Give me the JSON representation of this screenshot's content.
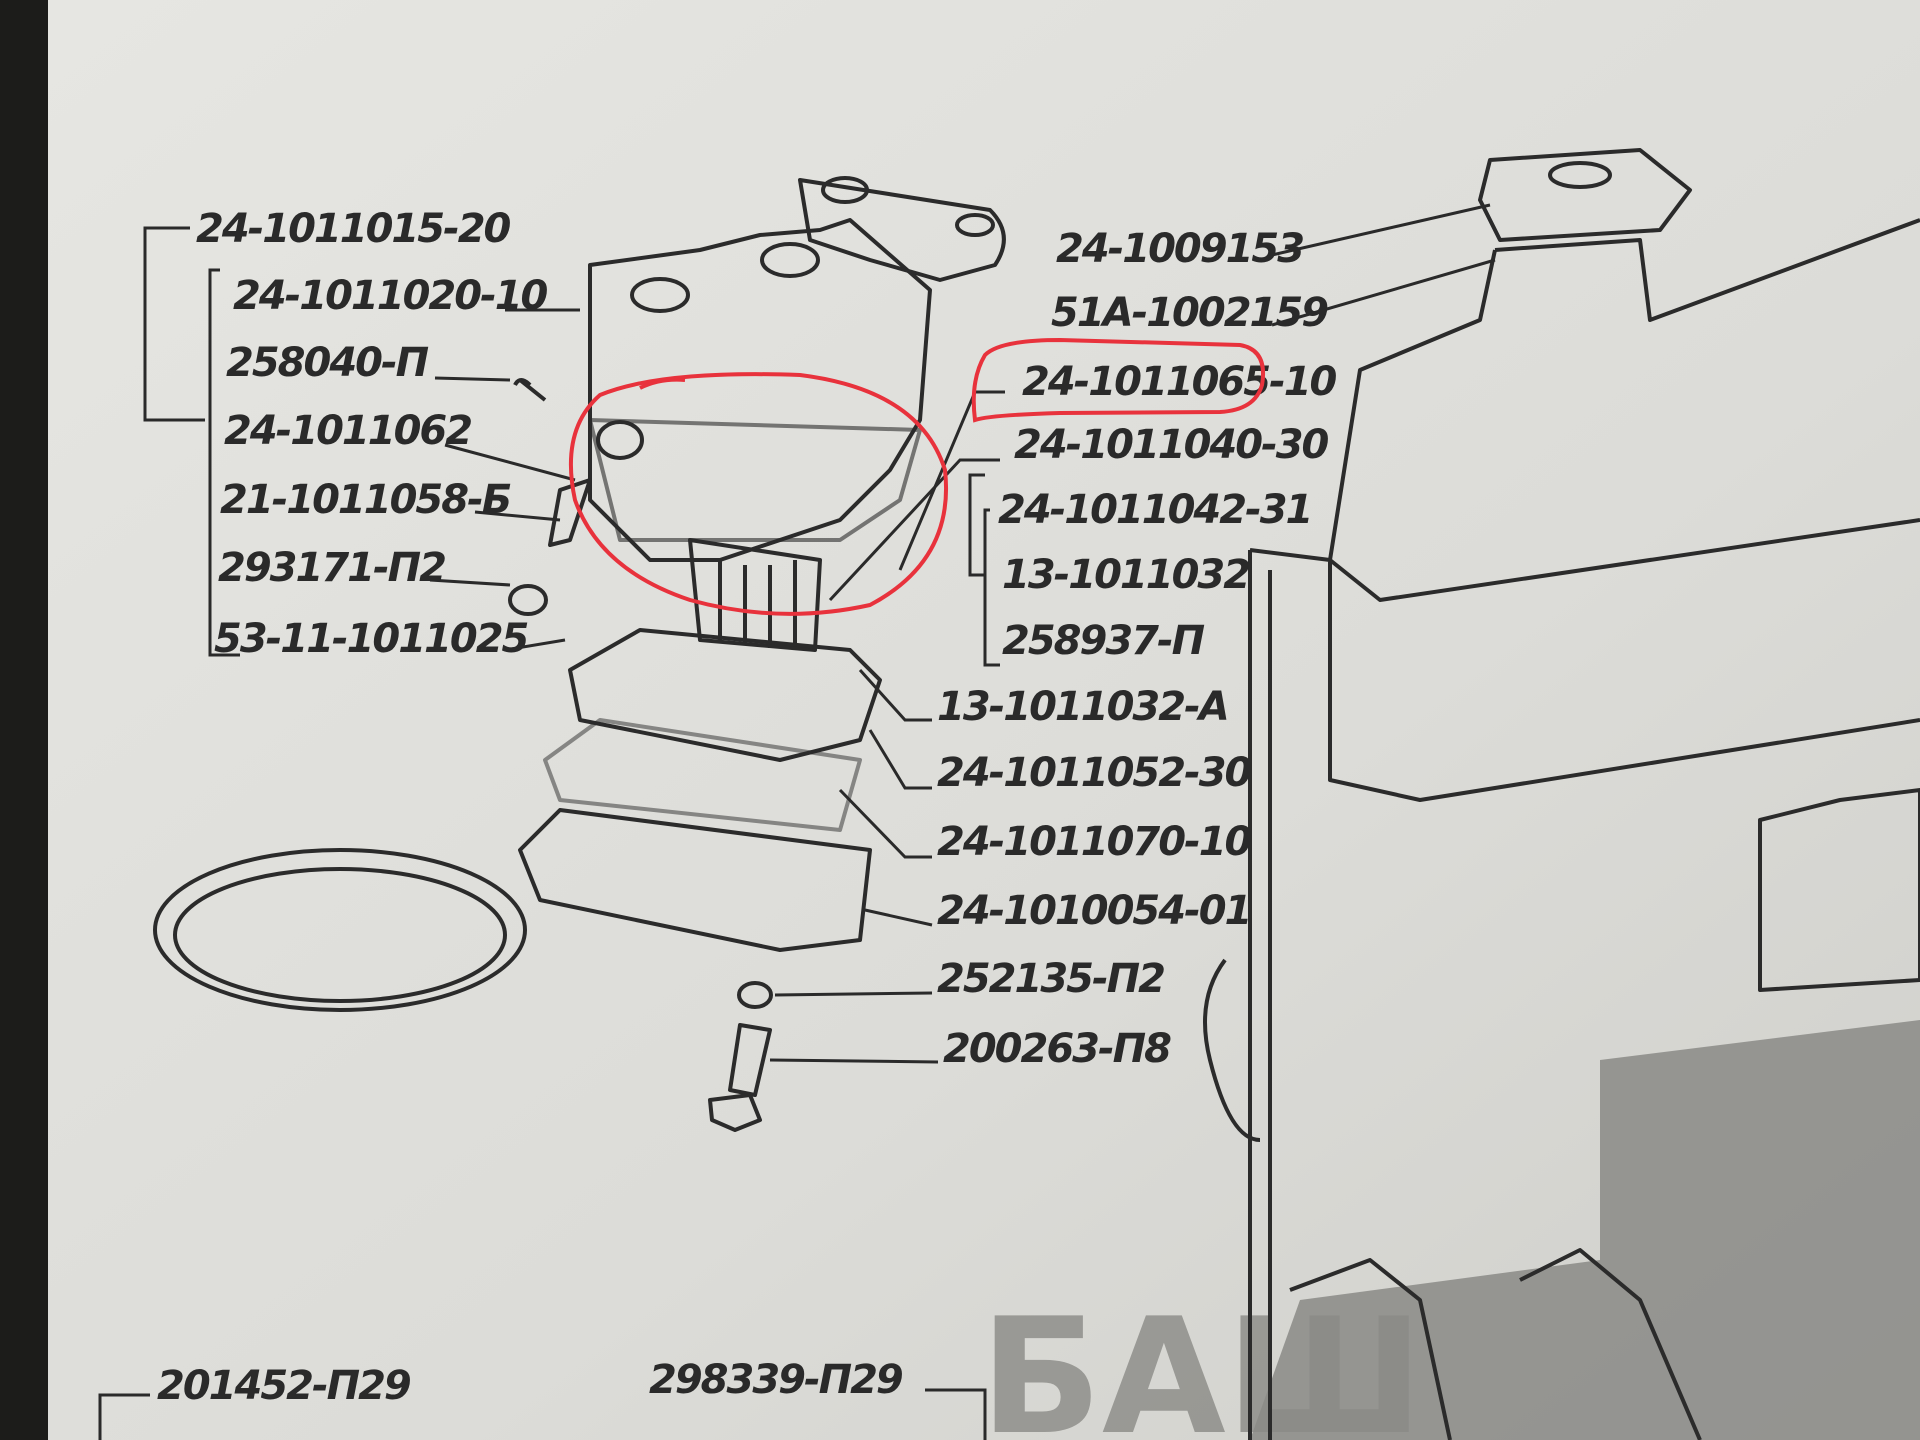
{
  "diagram": {
    "left_labels": [
      "24-1011015-20",
      "24-1011020-10",
      "258040-П",
      "24-1011062",
      "21-1011058-Б",
      "293171-П2",
      "53-11-1011025"
    ],
    "right_labels": [
      "24-1009153",
      "51А-1002159",
      "24-1011065-10",
      "24-1011040-30",
      "24-1011042-31",
      "13-1011032",
      "258937-П"
    ],
    "lower_labels": [
      "13-1011032-А",
      "24-1011052-30",
      "24-1011070-10",
      "24-1010054-01",
      "252135-П2",
      "200263-П8"
    ],
    "bottom_labels": [
      "201452-П29",
      "298339-П29"
    ],
    "highlighted_label": "24-1011065-10",
    "annotation_color": "#e8323c",
    "watermark": "БАШ"
  }
}
